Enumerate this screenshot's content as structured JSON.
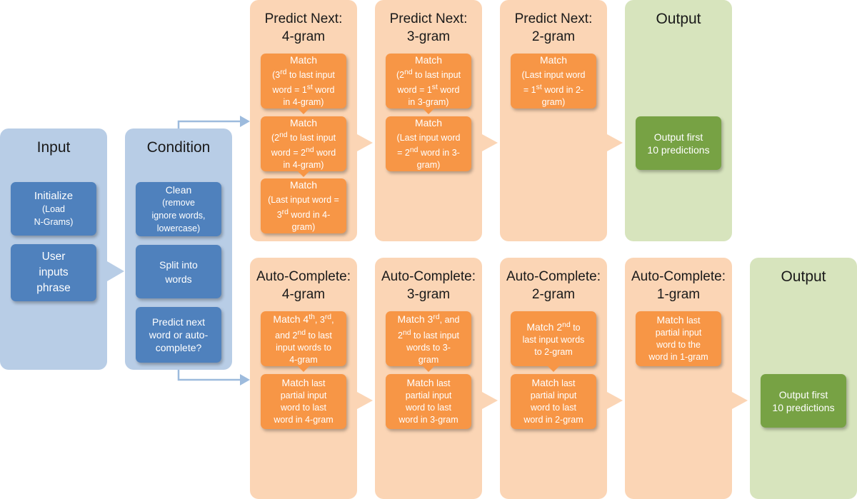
{
  "input": {
    "title": "Input",
    "initialize": {
      "line1": "Initialize",
      "line2": "(Load",
      "line3": "N-Grams)"
    },
    "user": {
      "line1": "User",
      "line2": "inputs",
      "line3": "phrase"
    }
  },
  "condition": {
    "title": "Condition",
    "clean": {
      "line1": "Clean",
      "line2": "(remove",
      "line3": "ignore words,",
      "line4": "lowercase)"
    },
    "split": {
      "line1": "Split into",
      "line2": "words"
    },
    "predict": {
      "line1": "Predict next",
      "line2": "word or auto-",
      "line3": "complete?"
    }
  },
  "predict_next": [
    {
      "title1": "Predict Next:",
      "title2": "4-gram",
      "boxes": [
        {
          "head": "Match",
          "a_pre": "(3",
          "a_sup": "rd",
          "a_post": " to last input",
          "b_pre": "word = 1",
          "b_sup": "st",
          "b_post": " word",
          "c": "in 4-gram)"
        },
        {
          "head": "Match",
          "a_pre": "(2",
          "a_sup": "nd",
          "a_post": " to last input",
          "b_pre": "word = 2",
          "b_sup": "nd",
          "b_post": " word",
          "c": "in 4-gram)"
        },
        {
          "head": "Match",
          "a_pre": "(Last input word =",
          "a_sup": "",
          "a_post": "",
          "b_pre": "3",
          "b_sup": "rd",
          "b_post": " word in 4-",
          "c": "gram)"
        }
      ]
    },
    {
      "title1": "Predict Next:",
      "title2": "3-gram",
      "boxes": [
        {
          "head": "Match",
          "a_pre": "(2",
          "a_sup": "nd",
          "a_post": " to last input",
          "b_pre": "word = 1",
          "b_sup": "st",
          "b_post": " word",
          "c": "in 3-gram)"
        },
        {
          "head": "Match",
          "a_pre": "(Last input word",
          "a_sup": "",
          "a_post": "",
          "b_pre": "= 2",
          "b_sup": "nd",
          "b_post": " word in 3-",
          "c": "gram)"
        }
      ]
    },
    {
      "title1": "Predict Next:",
      "title2": "2-gram",
      "boxes": [
        {
          "head": "Match",
          "a_pre": "(Last input word",
          "a_sup": "",
          "a_post": "",
          "b_pre": "= 1",
          "b_sup": "st",
          "b_post": " word in 2-",
          "c": "gram)"
        }
      ]
    }
  ],
  "output_top": {
    "title": "Output",
    "line1": "Output first",
    "line2": "10 predictions"
  },
  "auto_complete": [
    {
      "title1": "Auto-Complete:",
      "title2": "4-gram",
      "top": {
        "a_pre": "Match 4",
        "a_sup1": "th",
        "a_mid": ", 3",
        "a_sup2": "rd",
        "a_post": ",",
        "b_pre": "and 2",
        "b_sup": "nd",
        "b_post": " to last",
        "c": "input words to",
        "d": "4-gram"
      },
      "bottom": {
        "a1": "Match",
        "a2": " last",
        "b": "partial input",
        "c": "word to last",
        "d": "word in 4-gram"
      }
    },
    {
      "title1": "Auto-Complete:",
      "title2": "3-gram",
      "top": {
        "a_pre": "Match 3",
        "a_sup1": "rd",
        "a_mid": ", and",
        "a_sup2": "",
        "a_post": "",
        "b_pre": "2",
        "b_sup": "nd",
        "b_post": " to last input",
        "c": "words to 3-",
        "d": "gram"
      },
      "bottom": {
        "a1": "Match",
        "a2": " last",
        "b": "partial input",
        "c": "word to last",
        "d": "word in 3-gram"
      }
    },
    {
      "title1": "Auto-Complete:",
      "title2": "2-gram",
      "top": {
        "a_pre": "Match 2",
        "a_sup1": "nd",
        "a_mid": " to",
        "a_sup2": "",
        "a_post": "",
        "b_pre": "last input words",
        "b_sup": "",
        "b_post": "",
        "c": "to 2-gram",
        "d": ""
      },
      "bottom": {
        "a1": "Match",
        "a2": " last",
        "b": "partial input",
        "c": "word to last",
        "d": "word in 2-gram"
      }
    },
    {
      "title1": "Auto-Complete:",
      "title2": "1-gram",
      "top": {
        "a_pre": "Match",
        "a_sup1": "",
        "a_mid": " last",
        "a_sup2": "",
        "a_post": "",
        "b_pre": "partial input",
        "b_sup": "",
        "b_post": "",
        "c": "word to the",
        "d": "word in 1-gram"
      }
    }
  ],
  "output_bottom": {
    "title": "Output",
    "line1": "Output first",
    "line2": "10 predictions"
  },
  "colors": {
    "blue_panel": "#b8cde6",
    "peach_panel": "#fbd5b5",
    "green_panel": "#d7e4bd",
    "blue_box": "#4f81bd",
    "orange_box": "#f79646",
    "green_box": "#77a244",
    "connector": "#9dbbdd"
  }
}
